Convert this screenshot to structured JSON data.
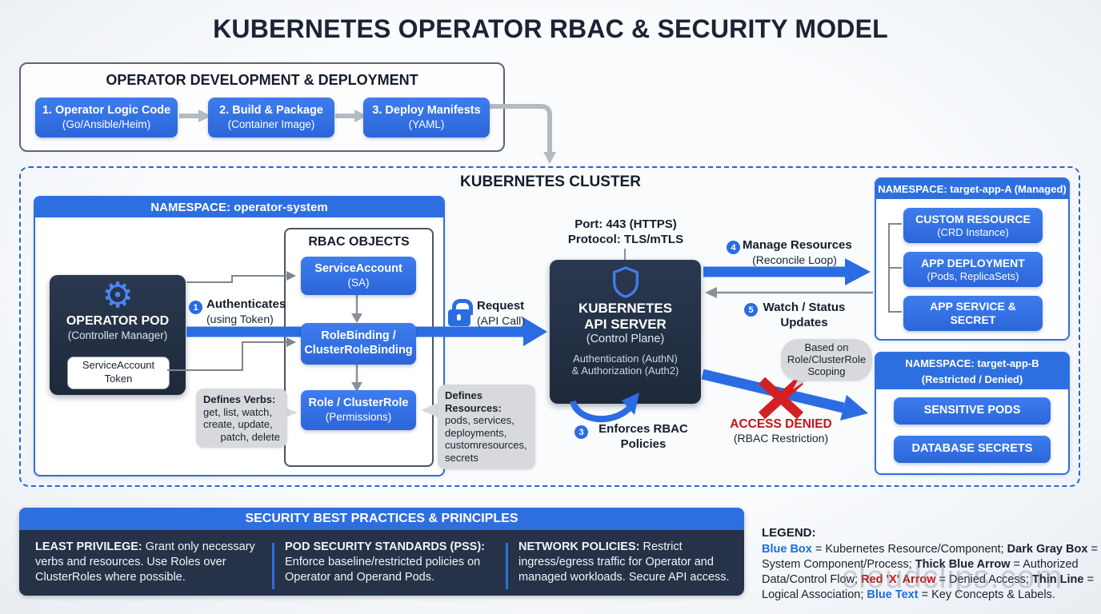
{
  "title": "KUBERNETES OPERATOR RBAC & SECURITY MODEL",
  "dev": {
    "title": "OPERATOR DEVELOPMENT & DEPLOYMENT",
    "step1": {
      "line1": "1. Operator Logic Code",
      "line2": "(Go/Ansible/Heim)"
    },
    "step2": {
      "line1": "2. Build & Package",
      "line2": "(Container Image)"
    },
    "step3": {
      "line1": "3. Deploy Manifests",
      "line2": "(YAML)"
    }
  },
  "cluster": {
    "title": "KUBERNETES CLUSTER",
    "op_ns": {
      "header": "NAMESPACE: operator-system",
      "pod": {
        "title": "OPERATOR POD",
        "subtitle": "(Controller Manager)",
        "token1": "ServiceAccount",
        "token2": "Token"
      },
      "auth": {
        "num": "1",
        "line1": "Authenticates",
        "line2": "(using Token)"
      },
      "rbac": {
        "title": "RBAC OBJECTS",
        "item1": {
          "line1": "ServiceAccount",
          "line2": "(SA)"
        },
        "item2": {
          "line1": "RoleBinding /",
          "line2": "ClusterRoleBinding"
        },
        "item3": {
          "line1": "Role / ClusterRole",
          "line2": "(Permissions)"
        }
      },
      "verbs": {
        "title": "Defines Verbs:",
        "line1": "get, list, watch,",
        "line2": "create, update,",
        "line3": "patch, delete"
      }
    },
    "resources": {
      "title1": "Defines",
      "title2": "Resources:",
      "line1": "pods, services,",
      "line2": "deployments,",
      "line3": "customresources,",
      "line4": "secrets"
    },
    "request": {
      "line1": "Request",
      "line2": "(API Call)"
    },
    "api": {
      "port1": "Port: 443 (HTTPS)",
      "port2": "Protocol: TLS/mTLS",
      "title1": "KUBERNETES",
      "title2": "API SERVER",
      "subtitle": "(Control Plane)",
      "auth1": "Authentication (AuthN)",
      "auth2": "& Authorization (Auth2)",
      "enforce": {
        "num": "3",
        "line1": "Enforces RBAC",
        "line2": "Policies"
      }
    },
    "manage": {
      "num": "4",
      "line1": "Manage Resources",
      "line2": "(Reconcile Loop)"
    },
    "watch": {
      "num": "5",
      "line1": "Watch / Status",
      "line2": "Updates"
    },
    "scoping": {
      "line1": "Based on",
      "line2": "Role/ClusterRole",
      "line3": "Scoping"
    },
    "denied": {
      "line1": "ACCESS DENIED",
      "line2": "(RBAC Restriction)"
    },
    "ns_a": {
      "header": "NAMESPACE: target-app-A (Managed)",
      "item1": {
        "line1": "CUSTOM RESOURCE",
        "line2": "(CRD Instance)"
      },
      "item2": {
        "line1": "APP DEPLOYMENT",
        "line2": "(Pods, ReplicaSets)"
      },
      "item3": {
        "line1": "APP SERVICE &",
        "line2": "SECRET"
      }
    },
    "ns_b": {
      "header1": "NAMESPACE: target-app-B",
      "header2": "(Restricted / Denied)",
      "item1": "SENSITIVE PODS",
      "item2": "DATABASE SECRETS"
    }
  },
  "practices": {
    "title": "SECURITY BEST PRACTICES & PRINCIPLES",
    "item1": {
      "lead": "LEAST PRIVILEGE:",
      "text": " Grant only necessary verbs and resources. Use Roles over ClusterRoles where possible."
    },
    "item2": {
      "lead": "POD SECURITY STANDARDS (PSS):",
      "text": " Enforce baseline/restricted policies on Operator and Operand Pods."
    },
    "item3": {
      "lead": "NETWORK POLICIES:",
      "text": " Restrict ingress/egress traffic for Operator and managed workloads. Secure API access."
    }
  },
  "legend": {
    "title": "LEGEND:",
    "b1": "Blue Box",
    "t1": " = Kubernetes Resource/Component; ",
    "b2": "Dark Gray Box",
    "t2": " = System Component/Process; ",
    "b3": "Thick Blue Arrow",
    "t3": " = Authorized Data/Control Flow; ",
    "b4": "Red 'X' Arrow",
    "t4": " = Denied Access; ",
    "b5": "Thin Line",
    "t5": " = Logical Association; ",
    "b6": "Blue Text",
    "t6": " = Key Concepts & Labels."
  },
  "watermark": "cloudclips.com",
  "colors": {
    "accent_blue": "#2e6fe0",
    "dark_navy": "#243145",
    "denied_red": "#c21717",
    "callout_gray": "#d7d9dc"
  }
}
